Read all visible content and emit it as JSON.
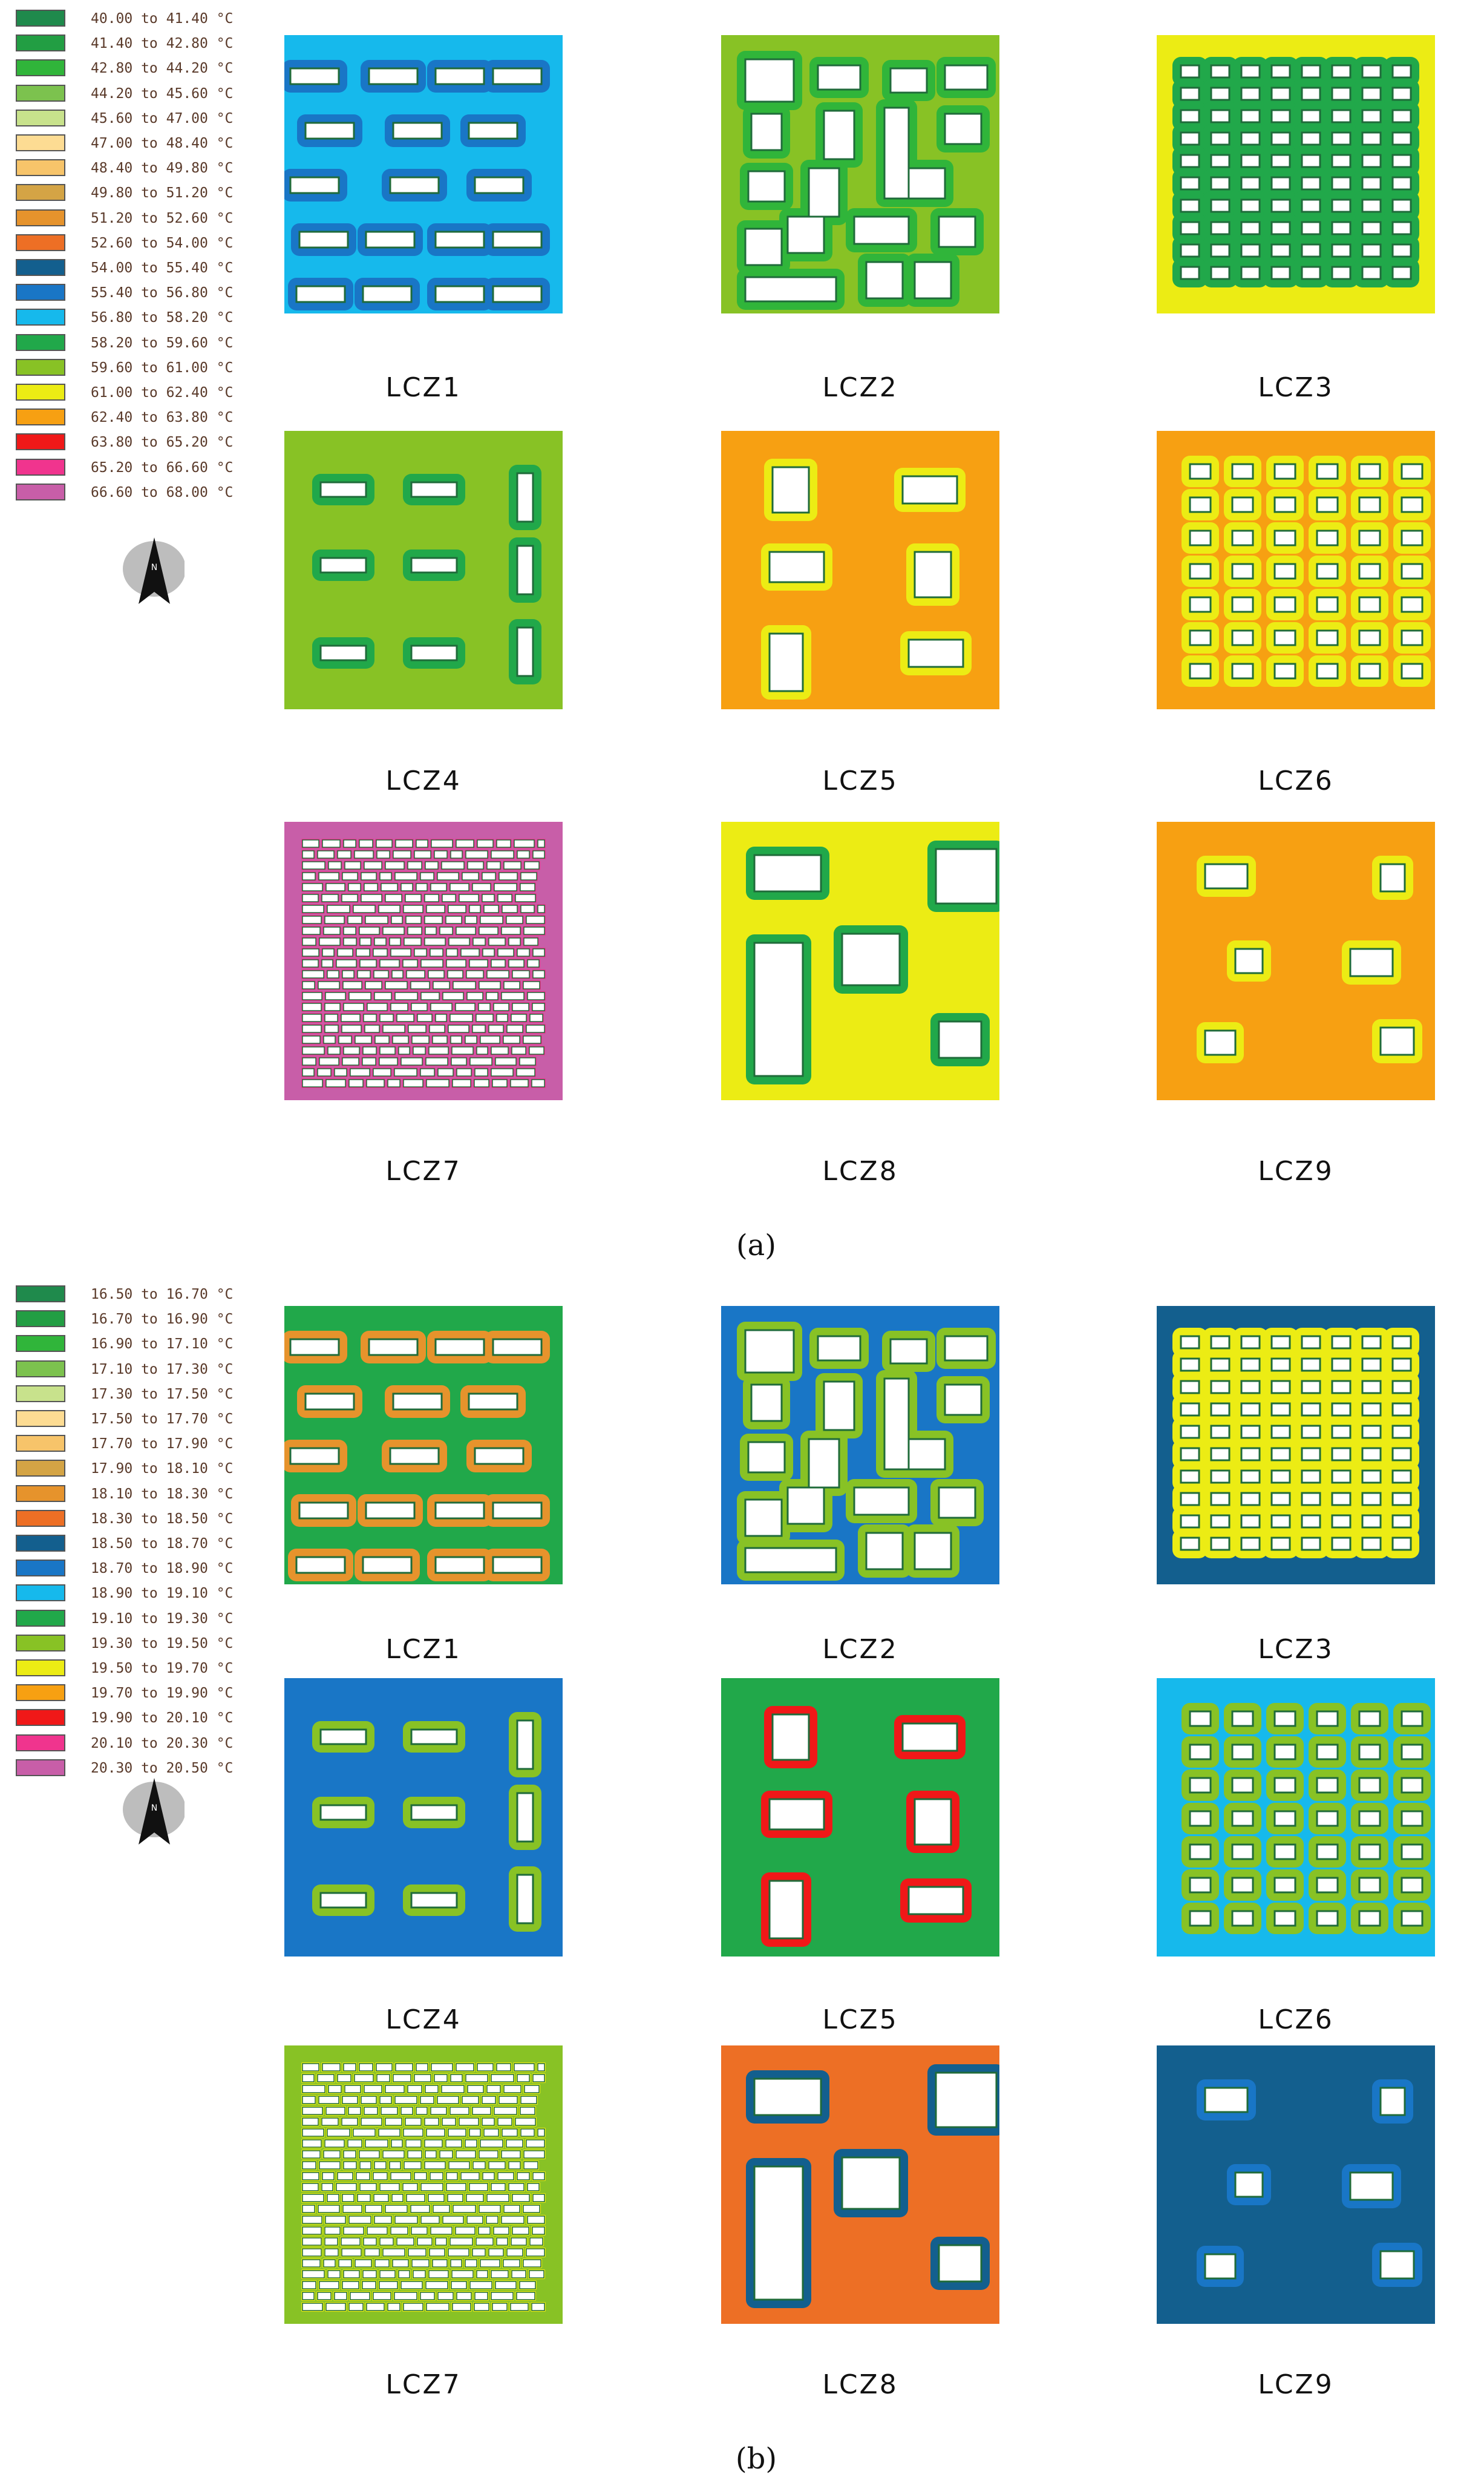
{
  "figure_a": {
    "caption": "(a)",
    "legend": [
      {
        "label": "40.00 to 41.40 °C",
        "color": "#1f8a4c"
      },
      {
        "label": "41.40 to 42.80 °C",
        "color": "#229e43"
      },
      {
        "label": "42.80 to 44.20 °C",
        "color": "#30b53a"
      },
      {
        "label": "44.20 to 45.60 °C",
        "color": "#7cc24e"
      },
      {
        "label": "45.60 to 47.00 °C",
        "color": "#c8e28c"
      },
      {
        "label": "47.00 to 48.40 °C",
        "color": "#fddc93"
      },
      {
        "label": "48.40 to 49.80 °C",
        "color": "#f7c46a"
      },
      {
        "label": "49.80 to 51.20 °C",
        "color": "#d4a445"
      },
      {
        "label": "51.20 to 52.60 °C",
        "color": "#e6932c"
      },
      {
        "label": "52.60 to 54.00 °C",
        "color": "#ed6f25"
      },
      {
        "label": "54.00 to 55.40 °C",
        "color": "#135f8e"
      },
      {
        "label": "55.40 to 56.80 °C",
        "color": "#1976c6"
      },
      {
        "label": "56.80 to 58.20 °C",
        "color": "#16b9ec"
      },
      {
        "label": "58.20 to 59.60 °C",
        "color": "#21a84a"
      },
      {
        "label": "59.60 to 61.00 °C",
        "color": "#88c225"
      },
      {
        "label": "61.00 to 62.40 °C",
        "color": "#ecec14"
      },
      {
        "label": "62.40 to 63.80 °C",
        "color": "#f7a012"
      },
      {
        "label": "63.80 to 65.20 °C",
        "color": "#f01818"
      },
      {
        "label": "65.20 to 66.60 °C",
        "color": "#f0348e"
      },
      {
        "label": "66.60 to 68.00 °C",
        "color": "#c85ea8"
      }
    ],
    "panels": [
      {
        "label": "LCZ1",
        "bg": "#16b9ec",
        "zone": "#1976c6",
        "pattern": "lcz1"
      },
      {
        "label": "LCZ2",
        "bg": "#88c225",
        "zone": "#30b53a",
        "pattern": "lcz2"
      },
      {
        "label": "LCZ3",
        "bg": "#ecec14",
        "zone": "#21a84a",
        "pattern": "lcz3"
      },
      {
        "label": "LCZ4",
        "bg": "#88c225",
        "zone": "#21a84a",
        "pattern": "lcz4"
      },
      {
        "label": "LCZ5",
        "bg": "#f7a012",
        "zone": "#ecec14",
        "pattern": "lcz5"
      },
      {
        "label": "LCZ6",
        "bg": "#f7a012",
        "zone": "#ecec14",
        "pattern": "lcz6"
      },
      {
        "label": "LCZ7",
        "bg": "#c85ea8",
        "zone": "#f0348e",
        "pattern": "lcz7"
      },
      {
        "label": "LCZ8",
        "bg": "#ecec14",
        "zone": "#21a84a",
        "pattern": "lcz8"
      },
      {
        "label": "LCZ9",
        "bg": "#f7a012",
        "zone": "#ecec14",
        "pattern": "lcz9"
      }
    ]
  },
  "figure_b": {
    "caption": "(b)",
    "legend": [
      {
        "label": "16.50 to 16.70 °C",
        "color": "#1f8a4c"
      },
      {
        "label": "16.70 to 16.90 °C",
        "color": "#229e43"
      },
      {
        "label": "16.90 to 17.10 °C",
        "color": "#30b53a"
      },
      {
        "label": "17.10 to 17.30 °C",
        "color": "#7cc24e"
      },
      {
        "label": "17.30 to 17.50 °C",
        "color": "#c8e28c"
      },
      {
        "label": "17.50 to 17.70 °C",
        "color": "#fddc93"
      },
      {
        "label": "17.70 to 17.90 °C",
        "color": "#f7c46a"
      },
      {
        "label": "17.90 to 18.10 °C",
        "color": "#d4a445"
      },
      {
        "label": "18.10 to 18.30 °C",
        "color": "#e6932c"
      },
      {
        "label": "18.30 to 18.50 °C",
        "color": "#ed6f25"
      },
      {
        "label": "18.50 to 18.70 °C",
        "color": "#135f8e"
      },
      {
        "label": "18.70 to 18.90 °C",
        "color": "#1976c6"
      },
      {
        "label": "18.90 to 19.10 °C",
        "color": "#16b9ec"
      },
      {
        "label": "19.10 to 19.30 °C",
        "color": "#21a84a"
      },
      {
        "label": "19.30 to 19.50 °C",
        "color": "#88c225"
      },
      {
        "label": "19.50 to 19.70 °C",
        "color": "#ecec14"
      },
      {
        "label": "19.70 to 19.90 °C",
        "color": "#f7a012"
      },
      {
        "label": "19.90 to 20.10 °C",
        "color": "#f01818"
      },
      {
        "label": "20.10 to 20.30 °C",
        "color": "#f0348e"
      },
      {
        "label": "20.30 to 20.50 °C",
        "color": "#c85ea8"
      }
    ],
    "panels": [
      {
        "label": "LCZ1",
        "bg": "#21a84a",
        "zone": "#e6932c",
        "pattern": "lcz1"
      },
      {
        "label": "LCZ2",
        "bg": "#1976c6",
        "zone": "#88c225",
        "pattern": "lcz2"
      },
      {
        "label": "LCZ3",
        "bg": "#135f8e",
        "zone": "#ecec14",
        "pattern": "lcz3"
      },
      {
        "label": "LCZ4",
        "bg": "#1976c6",
        "zone": "#88c225",
        "pattern": "lcz4"
      },
      {
        "label": "LCZ5",
        "bg": "#21a84a",
        "zone": "#f01818",
        "pattern": "lcz5"
      },
      {
        "label": "LCZ6",
        "bg": "#16b9ec",
        "zone": "#88c225",
        "pattern": "lcz6"
      },
      {
        "label": "LCZ7",
        "bg": "#88c225",
        "zone": "#ecec14",
        "pattern": "lcz7"
      },
      {
        "label": "LCZ8",
        "bg": "#ed6f25",
        "zone": "#135f8e",
        "pattern": "lcz8"
      },
      {
        "label": "LCZ9",
        "bg": "#135f8e",
        "zone": "#1976c6",
        "pattern": "lcz9"
      }
    ]
  }
}
